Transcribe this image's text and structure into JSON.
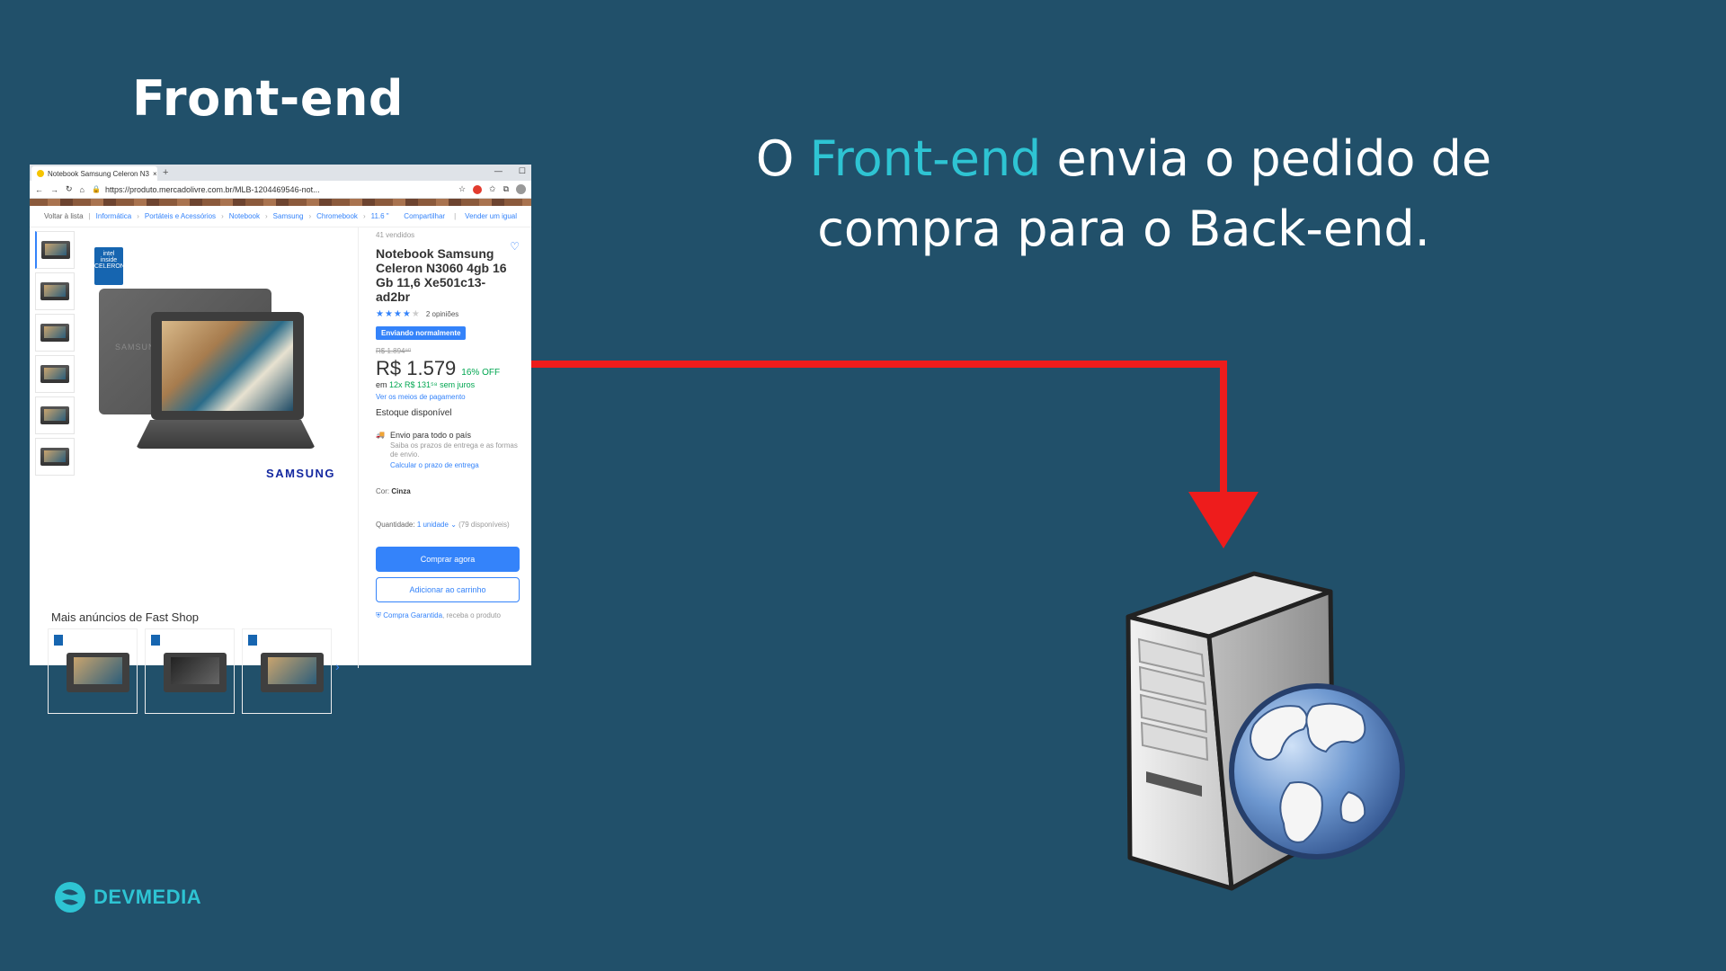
{
  "slide": {
    "title": "Front-end",
    "headline": {
      "prefix": "O ",
      "accent": "Front-end",
      "suffix": " envia o pedido de compra para o Back-end."
    }
  },
  "colors": {
    "background": "#21506a",
    "accent": "#2ec4d3",
    "arrow": "#ee1c1c"
  },
  "browser": {
    "tab_title": "Notebook Samsung Celeron N3",
    "tab_close": "×",
    "new_tab": "+",
    "url": "https://produto.mercadolivre.com.br/MLB-1204469546-not...",
    "breadcrumbs": {
      "back": "Voltar à lista",
      "items": [
        "Informática",
        "Portáteis e Acessórios",
        "Notebook",
        "Samsung",
        "Chromebook",
        "11.6 \""
      ],
      "share": "Compartilhar",
      "sell": "Vender um igual"
    },
    "product": {
      "intel_badge": "intel inside CELERON",
      "back_brand": "SAMSUNG",
      "brand_logo": "SAMSUNG",
      "sold": "41 vendidos",
      "title": "Notebook Samsung Celeron N3060 4gb 16 Gb 11,6 Xe501c13-ad2br",
      "rating": 3.5,
      "reviews": "2 opiniões",
      "shipping_badge": "Enviando normalmente",
      "old_price": "R$ 1.894⁹⁰",
      "price": "R$ 1.579",
      "discount": "16% OFF",
      "installments_prefix": "em ",
      "installments": "12x R$ 131⁵⁸ sem juros",
      "payment_link": "Ver os meios de pagamento",
      "stock": "Estoque disponível",
      "shipping_title": "Envio para todo o país",
      "shipping_desc": "Saiba os prazos de entrega e as formas de envio.",
      "shipping_link": "Calcular o prazo de entrega",
      "color_label": "Cor: ",
      "color_value": "Cinza",
      "qty_label": "Quantidade: ",
      "qty_value": "1 unidade",
      "qty_available": "(79 disponíveis)",
      "buy_button": "Comprar agora",
      "cart_button": "Adicionar ao carrinho",
      "guarantee_link": "Compra Garantida",
      "guarantee_text": ", receba o produto"
    },
    "related_title": "Mais anúncios de Fast Shop"
  },
  "server_icon": "server-globe-icon",
  "logo": {
    "text": "DEVMEDIA"
  }
}
